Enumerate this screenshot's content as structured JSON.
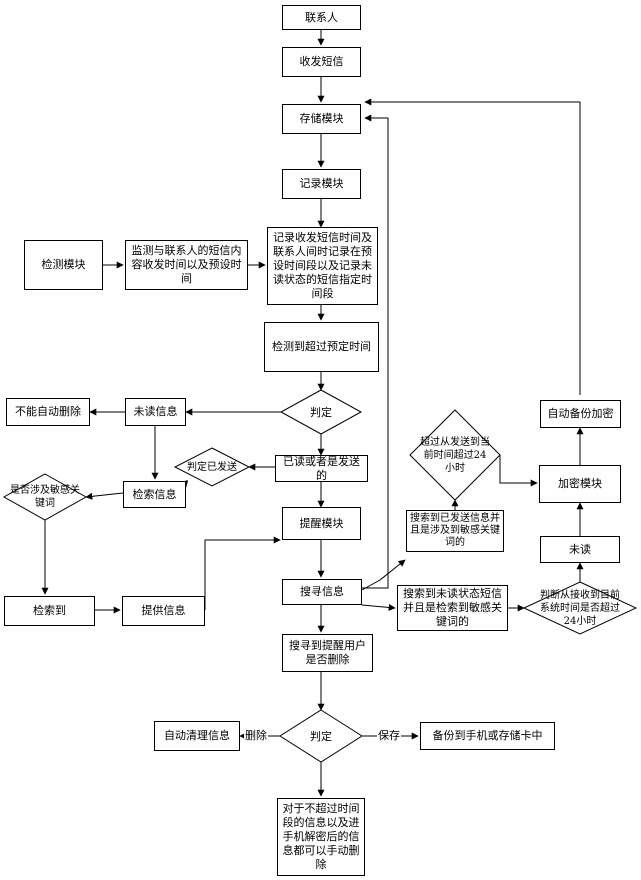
{
  "nodes": {
    "contact": "联系人",
    "send_receive_sms": "收发短信",
    "storage_module": "存储模块",
    "record_module": "记录模块",
    "detect_module": "检测模块",
    "monitor": "监测与联系人的短信内容收发时间以及预设时间",
    "record_detail": "记录收发短信时间及联系人间时记录在预设时间段以及记录未读状态的短信指定时间段",
    "detect_timeout": "检测到超过预定时间",
    "judge_1": "判定",
    "unread_info": "未读信息",
    "no_auto_delete": "不能自动删除",
    "judge_sent": "判定已发送",
    "read_or_sent": "已读或者是发送的",
    "search_info_left": "检索信息",
    "sensitive_keyword_q": "是否涉及敏感关键词",
    "reminder_module": "提醒模块",
    "found": "检索到",
    "provide_info": "提供信息",
    "search_info": "搜寻信息",
    "search_remind_user": "搜寻到提醒用户是否删除",
    "judge_2": "判定",
    "auto_clean": "自动清理信息",
    "backup_phone": "备份到手机或存储卡中",
    "manual_delete": "对于不超过时间段的信息以及进手机解密后的信息都可以手动删除",
    "search_sent_sensitive": "搜索到已发送信息并且是涉及到敏感关键词的",
    "over_24h_sent_q": "超过从发送到当前时间超过24小时",
    "search_unread_sensitive": "搜索到未读状态短信并且是检索到敏感关键词的",
    "judge_24h_q": "判断从接收到目前系统时间是否超过24小时",
    "unread": "未读",
    "encrypt_module": "加密模块",
    "auto_backup_encrypt": "自动备份加密"
  },
  "edge_labels": {
    "delete": "删除",
    "save": "保存"
  }
}
